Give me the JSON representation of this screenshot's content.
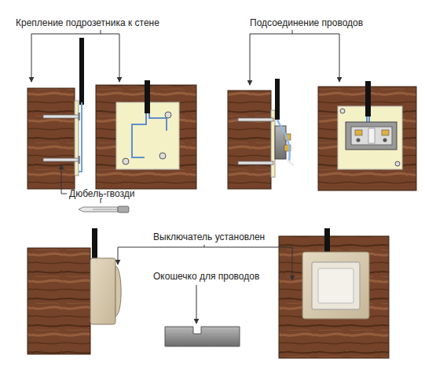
{
  "diagram": {
    "labels": [
      "Крепление подрозетника к стене",
      "Подсоединение проводов",
      "Дюбель-гвозди",
      "Выключатель установлен",
      "Окошечко для проводов"
    ]
  }
}
